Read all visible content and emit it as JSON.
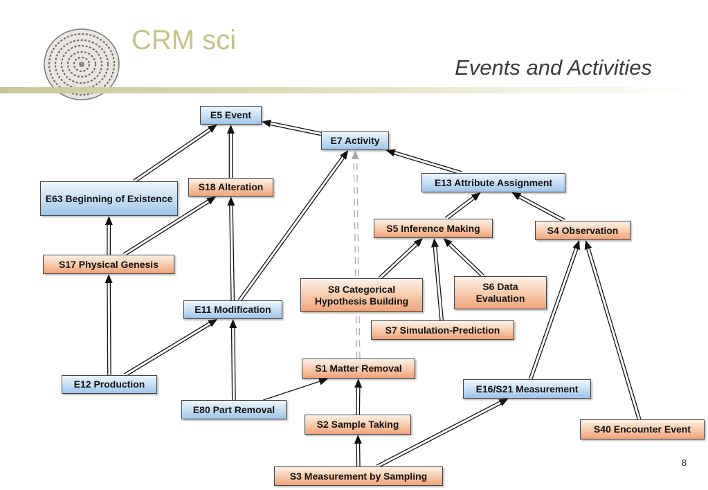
{
  "header": {
    "app_title": "CRM sci",
    "slide_title": "Events and Activities"
  },
  "page_number": "8",
  "colors": {
    "entity_fill": "#c4ddf3",
    "sci_fill": "#f8c8a8",
    "title_color": "#c4c48a",
    "band_color": "#c7c79a"
  },
  "nodes": {
    "e5": "E5 Event",
    "e7": "E7 Activity",
    "e13": "E13 Attribute Assignment",
    "e63": "E63 Beginning of Existence",
    "s18": "S18 Alteration",
    "s5": "S5 Inference Making",
    "s4": "S4 Observation",
    "s17": "S17  Physical Genesis",
    "s8": "S8 Categorical Hypothesis Building",
    "s6": "S6 Data Evaluation",
    "e11": "E11 Modification",
    "s7": "S7 Simulation-Prediction",
    "s1": "S1 Matter Removal",
    "e12": "E12 Production",
    "e16": "E16/S21 Measurement",
    "e80": "E80 Part Removal",
    "s2": "S2 Sample Taking",
    "s40": "S40 Encounter Event",
    "s3": "S3 Measurement by Sampling"
  },
  "edges": [
    {
      "from": "e63",
      "to": "e5",
      "style": "double"
    },
    {
      "from": "s18",
      "to": "e5",
      "style": "double"
    },
    {
      "from": "e7",
      "to": "e5",
      "style": "double"
    },
    {
      "from": "e13",
      "to": "e7",
      "style": "double"
    },
    {
      "from": "s17",
      "to": "e63",
      "style": "double"
    },
    {
      "from": "s17",
      "to": "s18",
      "style": "double"
    },
    {
      "from": "e11",
      "to": "s18",
      "style": "double"
    },
    {
      "from": "e11",
      "to": "e7",
      "style": "double"
    },
    {
      "from": "s1",
      "to": "e7",
      "style": "dashed"
    },
    {
      "from": "s5",
      "to": "e13",
      "style": "double"
    },
    {
      "from": "s4",
      "to": "e13",
      "style": "double"
    },
    {
      "from": "s8",
      "to": "s5",
      "style": "double"
    },
    {
      "from": "s7",
      "to": "s5",
      "style": "double"
    },
    {
      "from": "s6",
      "to": "s5",
      "style": "double"
    },
    {
      "from": "e12",
      "to": "s17",
      "style": "double"
    },
    {
      "from": "e12",
      "to": "e11",
      "style": "double"
    },
    {
      "from": "e80",
      "to": "e11",
      "style": "double"
    },
    {
      "from": "e80",
      "to": "s1",
      "style": "single"
    },
    {
      "from": "s2",
      "to": "s1",
      "style": "double"
    },
    {
      "from": "s3",
      "to": "s2",
      "style": "double"
    },
    {
      "from": "s3",
      "to": "e16",
      "style": "double"
    },
    {
      "from": "e16",
      "to": "s4",
      "style": "double"
    },
    {
      "from": "s40",
      "to": "s4",
      "style": "double"
    }
  ]
}
